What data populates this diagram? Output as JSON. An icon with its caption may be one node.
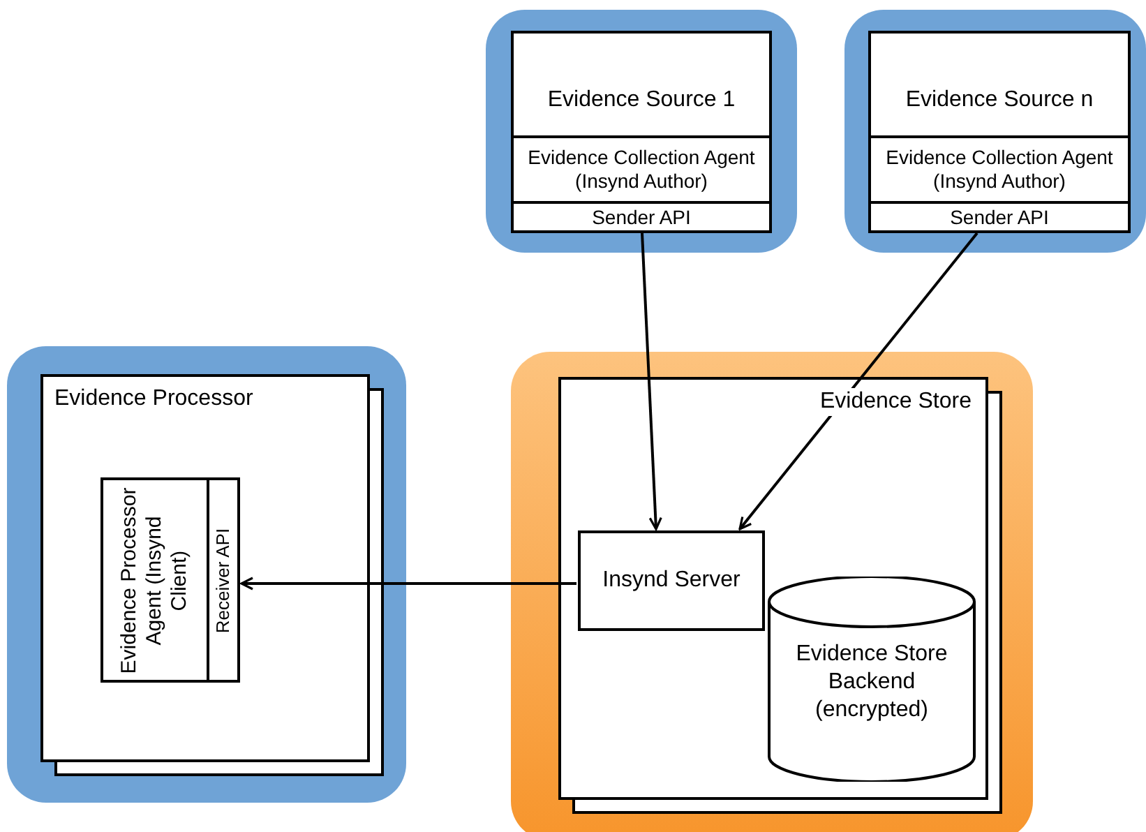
{
  "diagram": {
    "nodes": [
      {
        "text": [
          "Evidence Source 1"
        ]
      },
      {
        "text": [
          "Evidence Collection Agent (Insynd Author)"
        ],
        "in": 0
      },
      {
        "text": [
          "Sender API"
        ],
        "in": 0
      },
      {
        "text": [
          "Evidence Source n"
        ]
      },
      {
        "text": [
          "Evidence Collection Agent (Insynd Author)"
        ],
        "in": 3
      },
      {
        "text": [
          "Sender API"
        ],
        "in": 3
      },
      {
        "text": [
          "Evidence Processor"
        ]
      },
      {
        "text": [
          "Evidence Processor Agent (Insynd Client)"
        ],
        "in": 6
      },
      {
        "text": [
          "Receiver API"
        ],
        "in": 6
      },
      {
        "text": [
          "Evidence Store"
        ]
      },
      {
        "text": [
          "Insynd Server"
        ],
        "in": 9
      },
      {
        "text": [
          "Evidence Store Backend (encrypted)"
        ],
        "in": 9
      }
    ],
    "edges": [
      {
        "from": 2,
        "to": 10,
        "arrow": "to"
      },
      {
        "from": 5,
        "to": 10,
        "arrow": "to"
      },
      {
        "from": 10,
        "to": 8,
        "arrow": "to"
      }
    ]
  }
}
